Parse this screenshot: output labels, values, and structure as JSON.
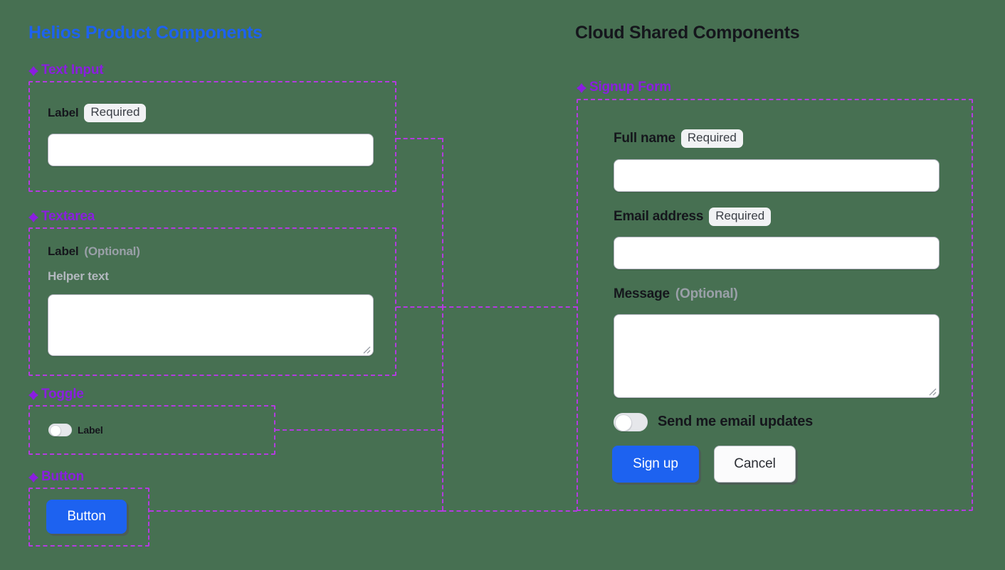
{
  "page": {
    "background_color": "#477052",
    "accent_blue": "#1d62f0",
    "accent_purple": "#8b1ee0",
    "frame_dash_color": "#b43be0"
  },
  "left_column": {
    "title": "Helios Product Components",
    "sections": [
      {
        "name": "text-input",
        "heading": "Text Input",
        "icon": "diamond-icon",
        "label": "Label",
        "badge": "Required",
        "input_value": "",
        "input_placeholder": ""
      },
      {
        "name": "textarea",
        "heading": "Textarea",
        "icon": "diamond-icon",
        "label": "Label",
        "optional": "(Optional)",
        "helper_text": "Helper text",
        "input_value": "",
        "input_placeholder": ""
      },
      {
        "name": "toggle",
        "heading": "Toggle",
        "icon": "diamond-icon",
        "label": "Label",
        "checked": false
      },
      {
        "name": "button",
        "heading": "Button",
        "icon": "diamond-icon",
        "label": "Button"
      }
    ]
  },
  "right_column": {
    "title": "Cloud Shared Components",
    "section": {
      "name": "signup-form",
      "heading": "Signup Form",
      "icon": "diamond-icon",
      "fields": [
        {
          "label": "Full name",
          "badge": "Required",
          "value": "",
          "placeholder": ""
        },
        {
          "label": "Email address",
          "badge": "Required",
          "value": "",
          "placeholder": ""
        },
        {
          "label": "Message",
          "optional": "(Optional)",
          "value": "",
          "placeholder": ""
        }
      ],
      "toggle": {
        "label": "Send me email updates",
        "checked": false
      },
      "primary_button": "Sign up",
      "secondary_button": "Cancel"
    }
  }
}
